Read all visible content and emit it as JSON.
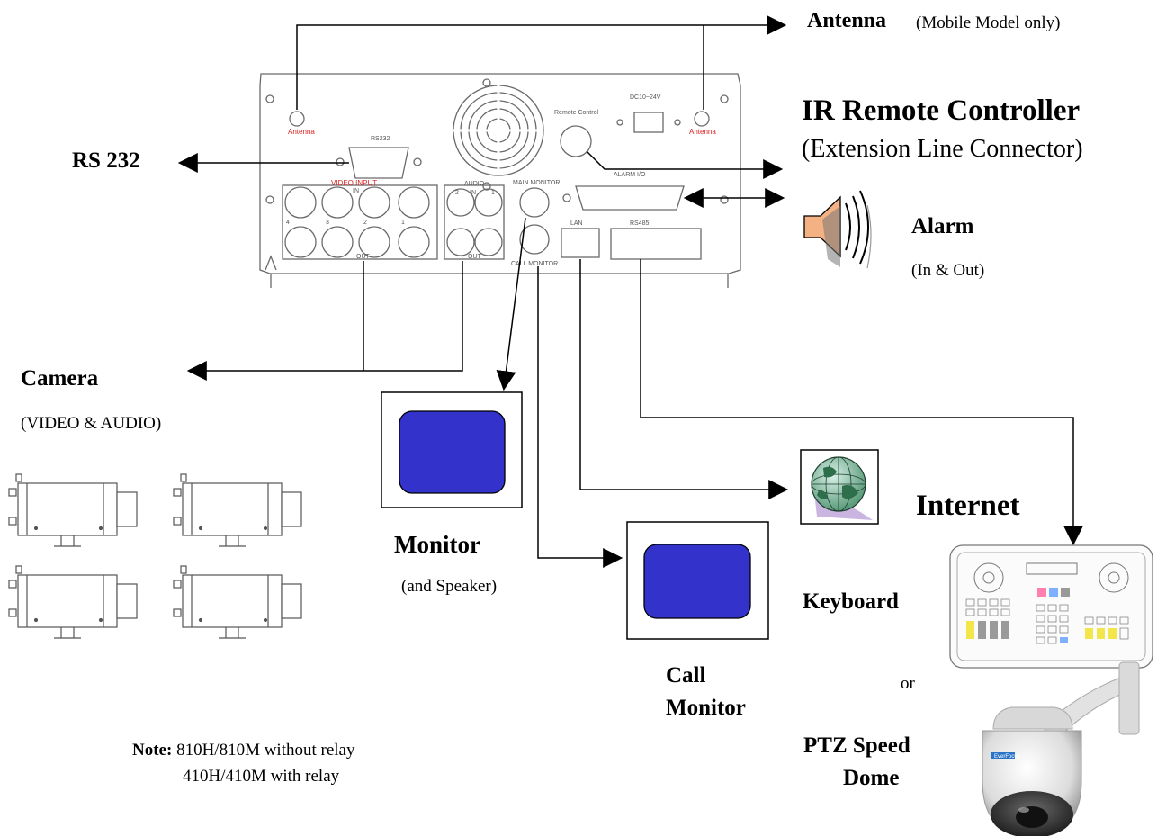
{
  "labels": {
    "antenna": "Antenna",
    "antenna_note": "(Mobile Model only)",
    "ir_remote": "IR Remote Controller",
    "ir_remote_sub": "(Extension Line Connector)",
    "rs232": "RS 232",
    "alarm": "Alarm",
    "alarm_sub": "(In & Out)",
    "camera": "Camera",
    "camera_sub": "(VIDEO & AUDIO)",
    "monitor": "Monitor",
    "monitor_sub": "(and Speaker)",
    "call_monitor_1": "Call",
    "call_monitor_2": "Monitor",
    "internet": "Internet",
    "keyboard": "Keyboard",
    "or": "or",
    "ptz_1": "PTZ Speed",
    "ptz_2": "Dome",
    "note_label": "Note:",
    "note_line1": "810H/810M without relay",
    "note_line2": "410H/410M with relay"
  },
  "panel": {
    "rs232": "RS232",
    "antenna_left": "Antenna",
    "antenna_right": "Antenna",
    "remote_control": "Remote Control",
    "dc": "DC10~24V",
    "video_input": "VIDEO INPUT",
    "in": "IN",
    "out": "OUT",
    "audio": "AUDIO",
    "audio_in": "IN",
    "audio_out": "OUT",
    "main_monitor": "MAIN MONITOR",
    "call_monitor": "CALL MONITOR",
    "alarm_io": "ALARM I/O",
    "lan": "LAN",
    "rs485": "RS485",
    "video_nums": [
      "4",
      "3",
      "2",
      "1"
    ],
    "audio_nums": [
      "2",
      "1"
    ]
  },
  "colors": {
    "line": "#000000",
    "panel_stroke": "#6a6a6a",
    "screen_blue": "#3333cc",
    "speaker_orange": "#f4b183",
    "panel_red": "#dd2222"
  }
}
